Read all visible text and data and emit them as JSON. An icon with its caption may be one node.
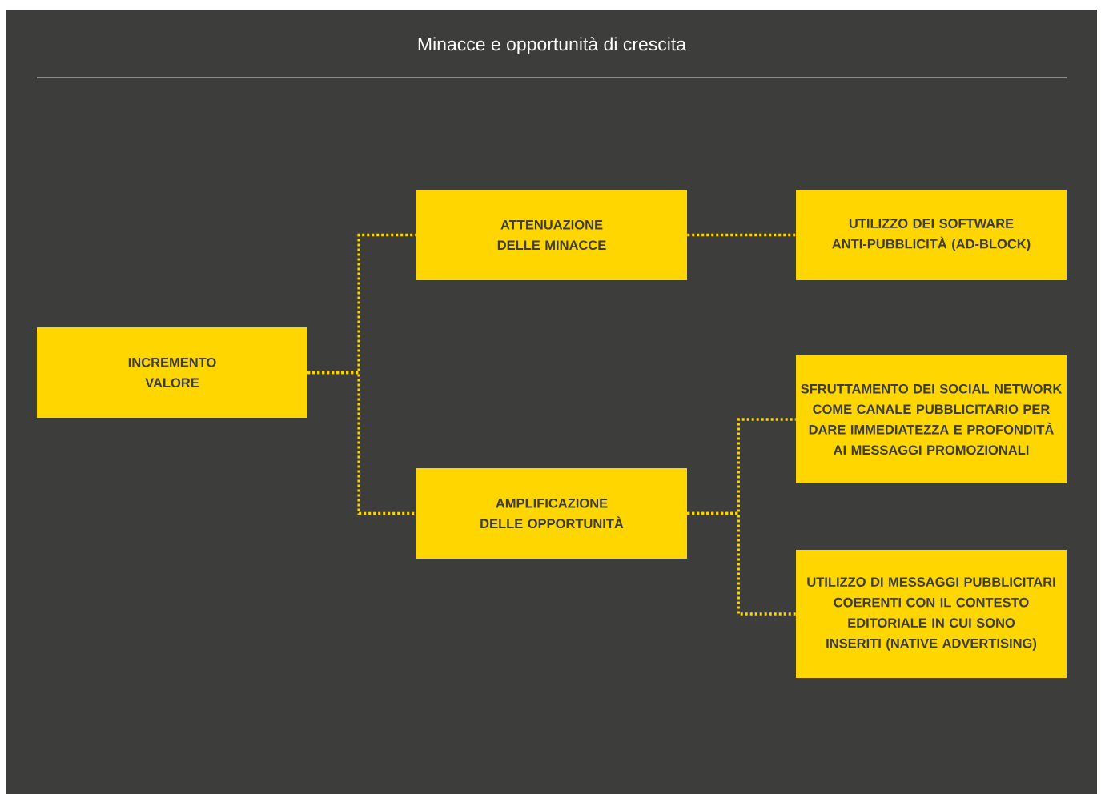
{
  "diagram": {
    "title": "Minacce e opportunità di crescita",
    "nodes": [
      {
        "text": [
          "INCREMENTO VALORE"
        ]
      },
      {
        "text": [
          "ATTENUAZIONE DELLE MINACCE"
        ]
      },
      {
        "text": [
          "AMPLIFICAZIONE DELLE OPPORTUNITÀ"
        ]
      },
      {
        "text": [
          "UTILIZZO DEI SOFTWARE ANTI-PUBBLICITÀ (AD-BLOCK)"
        ]
      },
      {
        "text": [
          "SFRUTTAMENTO DEI SOCIAL NETWORK COME CANALE PUBBLICITARIO PER DARE IMMEDIATEZZA E PROFONDITÀ AI MESSAGGI PROMOZIONALI"
        ]
      },
      {
        "text": [
          "UTILIZZO DI MESSAGGI PUBBLICITARI COERENTI CON IL CONTESTO EDITORIALE IN CUI SONO INSERITI (NATIVE ADVERTISING)"
        ]
      }
    ],
    "edges": [
      {
        "from": 0,
        "to": 1,
        "arrow": "none"
      },
      {
        "from": 0,
        "to": 2,
        "arrow": "none"
      },
      {
        "from": 1,
        "to": 3,
        "arrow": "none"
      },
      {
        "from": 2,
        "to": 4,
        "arrow": "none"
      },
      {
        "from": 2,
        "to": 5,
        "arrow": "none"
      }
    ]
  }
}
